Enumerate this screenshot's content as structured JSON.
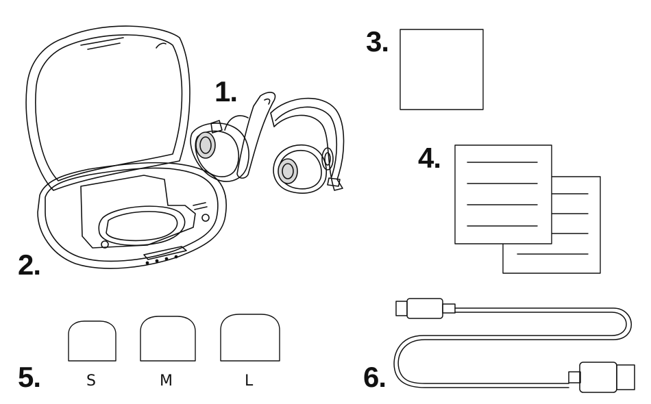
{
  "items": [
    {
      "number": "1.",
      "name": "earbuds"
    },
    {
      "number": "2.",
      "name": "charging case"
    },
    {
      "number": "3.",
      "name": "cleaning cloth"
    },
    {
      "number": "4.",
      "name": "documents"
    },
    {
      "number": "5.",
      "name": "ear tips"
    },
    {
      "number": "6.",
      "name": "usb cable"
    }
  ],
  "ear_tips": {
    "sizes": [
      "S",
      "M",
      "L"
    ]
  },
  "colors": {
    "line": "#111111",
    "background": "#ffffff"
  }
}
